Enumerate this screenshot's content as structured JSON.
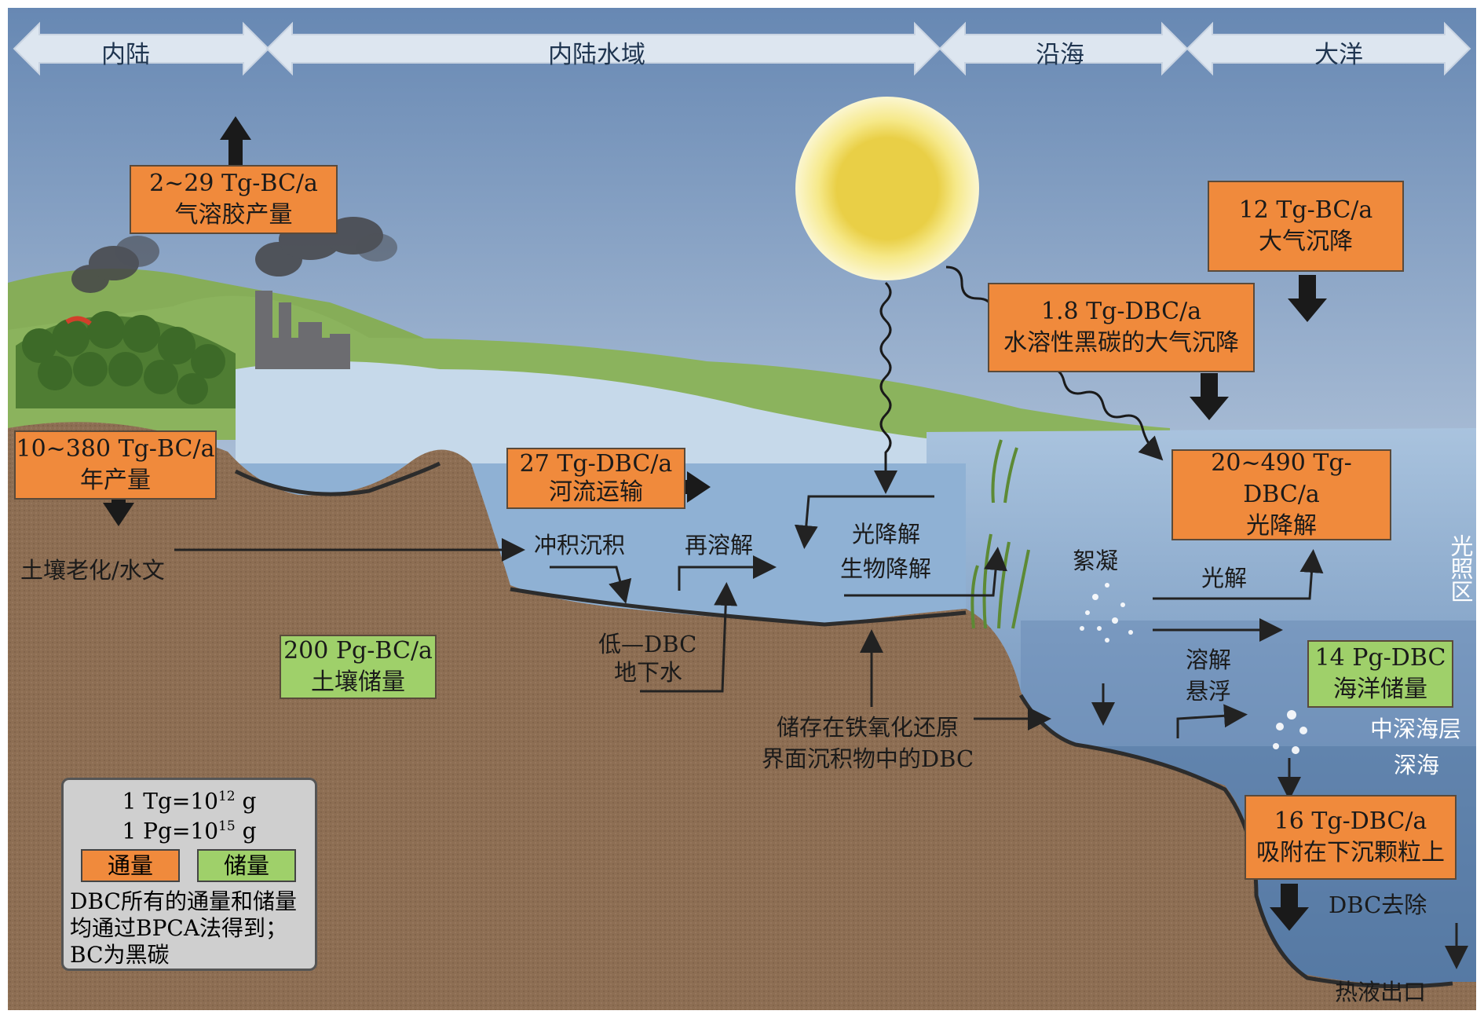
{
  "regions": {
    "inland": "内陆",
    "inland_waters": "内陆水域",
    "coastal": "沿海",
    "ocean": "大洋"
  },
  "flux_boxes": {
    "aerosol_value": "2~29 Tg-BC/a",
    "aerosol_label": "气溶胶产量",
    "annual_value": "10~380 Tg-BC/a",
    "annual_label": "年产量",
    "river_value": "27 Tg-DBC/a",
    "river_label": "河流运输",
    "atm_dbc_value": "1.8 Tg-DBC/a",
    "atm_dbc_label": "水溶性黑碳的大气沉降",
    "atm_bc_value": "12 Tg-BC/a",
    "atm_bc_label": "大气沉降",
    "photo_value": "20~490 Tg-DBC/a",
    "photo_label": "光降解",
    "sink_value": "16 Tg-DBC/a",
    "sink_label": "吸附在下沉颗粒上"
  },
  "stock_boxes": {
    "soil_value": "200 Pg-BC/a",
    "soil_label": "土壤储量",
    "ocean_value": "14 Pg-DBC",
    "ocean_label": "海洋储量"
  },
  "process_labels": {
    "soil_aging": "土壤老化/水文",
    "alluvial": "冲积沉积",
    "redissolve": "再溶解",
    "photo_bio_1": "光降解",
    "photo_bio_2": "生物降解",
    "flocculation": "絮凝",
    "photolysis": "光解",
    "dissolve": "溶解",
    "suspend": "悬浮",
    "low_dbc": "低—DBC",
    "groundwater": "地下水",
    "fe_redox_1": "储存在铁氧化还原",
    "fe_redox_2": "界面沉积物中的DBC",
    "dbc_removal": "DBC去除",
    "hydrothermal": "热液出口"
  },
  "zones": {
    "photic": "光照区",
    "mesopelagic": "中深海层",
    "deep": "深海"
  },
  "legend": {
    "tg_base": "1 Tg=10",
    "tg_exp": "12",
    "tg_unit": " g",
    "pg_base": "1 Pg=10",
    "pg_exp": "15",
    "pg_unit": " g",
    "flux_label": "通量",
    "stock_label": "储量",
    "note": "DBC所有的通量和储量均通过BPCA法得到；BC为黑碳"
  },
  "colors": {
    "flux": "#f08a3c",
    "stock": "#9fd06a",
    "sky_top": "#6f8db8",
    "sky_bottom": "#dfe7ef",
    "soil": "#8c6d52",
    "water": "#8fb1d4",
    "sun": "#f2d448"
  }
}
